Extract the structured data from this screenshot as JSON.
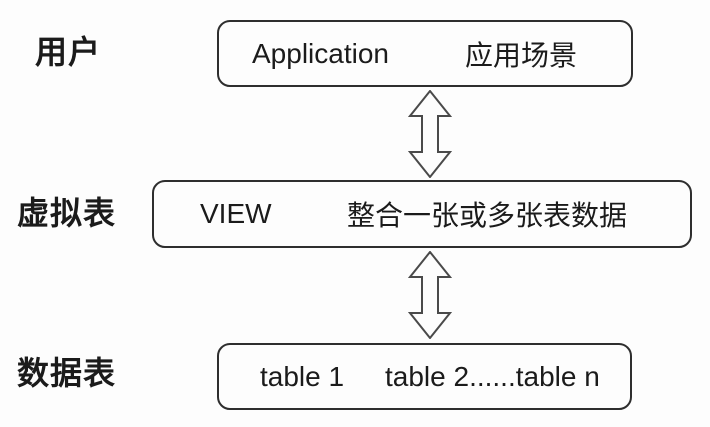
{
  "diagram_title": "database-view-layers",
  "colors": {
    "background": "#fdfdfd",
    "box_border": "#2e2e2e",
    "arrow_stroke": "#4a4a4a",
    "text": "#1b1b1b"
  },
  "rows": [
    {
      "label": "用户",
      "box_texts": [
        "Application",
        "应用场景"
      ]
    },
    {
      "label": "虚拟表",
      "box_texts": [
        "VIEW",
        "整合一张或多张表数据"
      ]
    },
    {
      "label": "数据表",
      "box_texts": [
        "table 1",
        "table 2......table n"
      ]
    }
  ],
  "arrows": [
    {
      "name": "user-view-link",
      "direction": "bidirectional-vertical"
    },
    {
      "name": "view-table-link",
      "direction": "bidirectional-vertical"
    }
  ]
}
